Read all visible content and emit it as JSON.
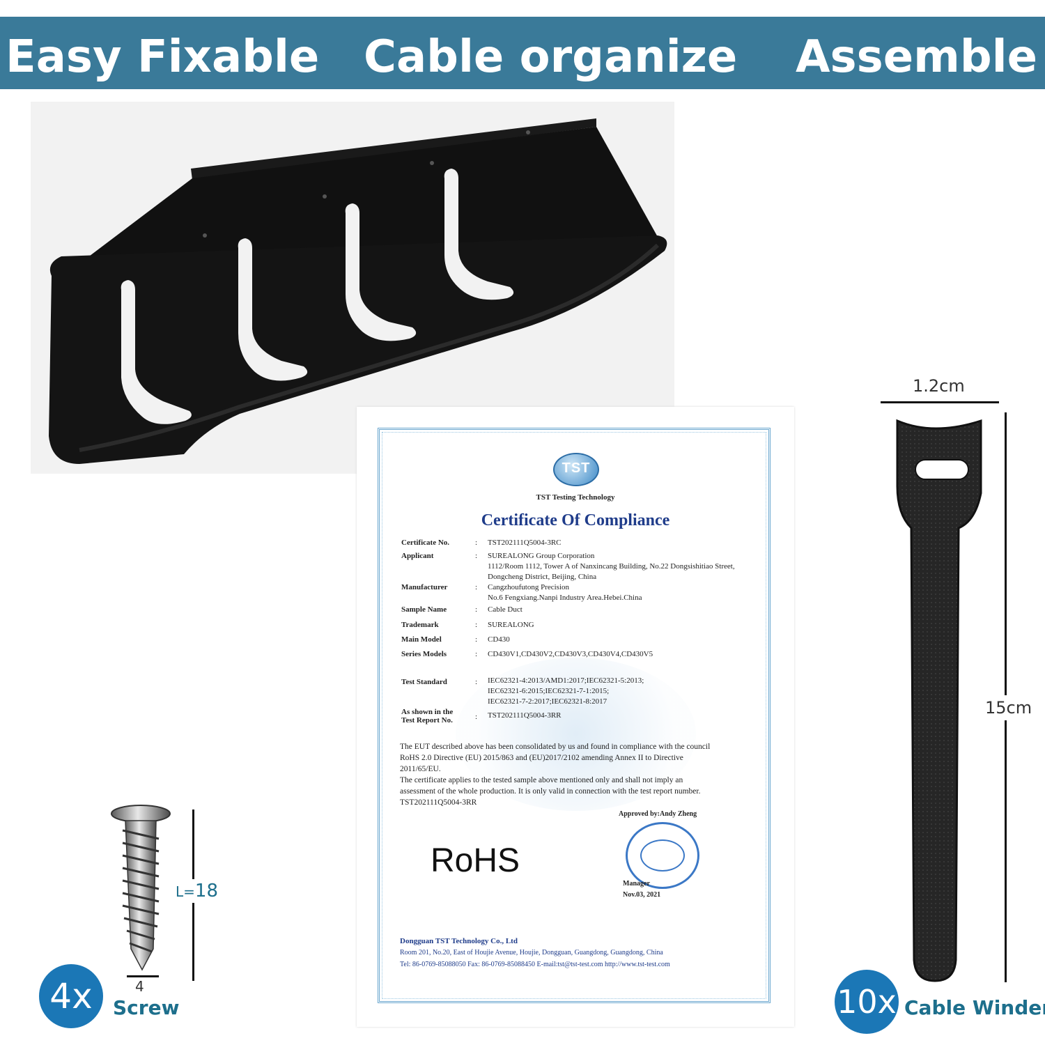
{
  "banner": {
    "feature_1": "Easy Fixable",
    "feature_2": "Cable organize",
    "feature_3": "Assemble"
  },
  "certificate": {
    "logo_text": "TST",
    "org_name": "TST Testing Technology",
    "title": "Certificate Of Compliance",
    "fields": [
      {
        "label": "Certificate No.",
        "sep": ":",
        "value": "TST202111Q5004-3RC"
      },
      {
        "label": "Applicant",
        "sep": ":",
        "value": "SUREALONG Group Corporation"
      },
      {
        "label": "",
        "sep": "",
        "value": "1112/Room 1112, Tower A of Nanxincang Building, No.22 Dongsishitiao Street,"
      },
      {
        "label": "",
        "sep": "",
        "value": "Dongcheng District, Beijing, China"
      },
      {
        "label": "Manufacturer",
        "sep": ":",
        "value": "Cangzhoufutong Precision"
      },
      {
        "label": "",
        "sep": "",
        "value": "No.6 Fengxiang.Nanpi Industry Area.Hebei.China"
      },
      {
        "label": "Sample Name",
        "sep": ":",
        "value": "Cable Duct"
      },
      {
        "label": "Trademark",
        "sep": ":",
        "value": "SUREALONG"
      },
      {
        "label": "Main Model",
        "sep": ":",
        "value": "CD430"
      },
      {
        "label": "Series Models",
        "sep": ":",
        "value": "CD430V1,CD430V2,CD430V3,CD430V4,CD430V5"
      }
    ],
    "test_standard_label": "Test Standard",
    "test_standard_lines": [
      "IEC62321-4:2013/AMD1:2017;IEC62321-5:2013;",
      "IEC62321-6:2015;IEC62321-7-1:2015;",
      "IEC62321-7-2:2017;IEC62321-8:2017"
    ],
    "report_label_1": "As shown in the",
    "report_label_2": "Test Report No.",
    "report_value": "TST202111Q5004-3RR",
    "body_lines": [
      "The EUT described above has been consolidated by us and found in compliance with the council",
      "RoHS 2.0 Directive (EU) 2015/863 and (EU)2017/2102 amending Annex II to Directive",
      "2011/65/EU.",
      "The certificate applies to the tested sample above mentioned only and shall not imply an",
      "assessment of the whole production. It is only valid in connection with the test report number.",
      "TST202111Q5004-3RR"
    ],
    "approved_by": "Approved by:Andy Zheng",
    "rohs": "RoHS",
    "manager": "Manager",
    "date": "Nov.03, 2021",
    "footer_company": "Dongguan TST Technology Co., Ltd",
    "footer_address": "Room 201, No.20, East of Houjie Avenue, Houjie, Dongguan, Guangdong, Guangdong, China",
    "footer_contact": "Tel: 86-0769-85088050    Fax: 86-0769-85088450    E-mail:tst@tst-test.com    http://www.tst-test.com"
  },
  "screw": {
    "length_label": "L=",
    "length_value": "18",
    "diameter": "4",
    "quantity": "4x",
    "name": "Screw"
  },
  "cable_winder": {
    "width": "1.2cm",
    "length": "15cm",
    "quantity": "10x",
    "name": "Cable Winder"
  },
  "colors": {
    "banner": "#3a7a99",
    "badge": "#1b77b6",
    "label_teal": "#1d6f8c"
  }
}
